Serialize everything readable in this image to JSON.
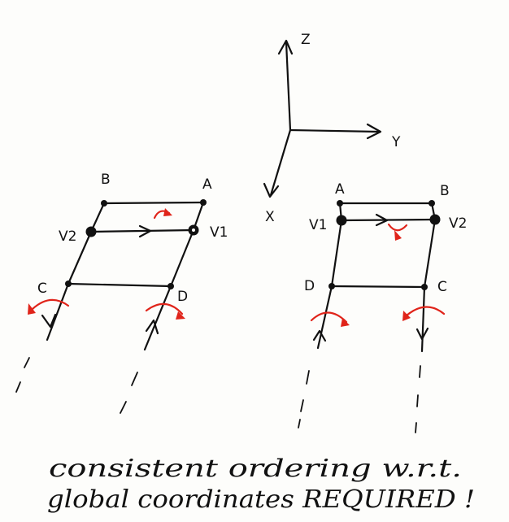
{
  "axes": {
    "z": "Z",
    "y": "Y",
    "x": "X"
  },
  "left_ladder": {
    "top_left": "B",
    "top_right": "A",
    "mid_left": "V2",
    "mid_right": "V1",
    "bottom_left": "C",
    "bottom_right": "D"
  },
  "right_ladder": {
    "top_left": "A",
    "top_right": "B",
    "mid_left": "V1",
    "mid_right": "V2",
    "bottom_left": "D",
    "bottom_right": "C"
  },
  "caption": {
    "line1": "consistent ordering w.r.t.",
    "line2": "global coordinates REQUIRED !"
  }
}
